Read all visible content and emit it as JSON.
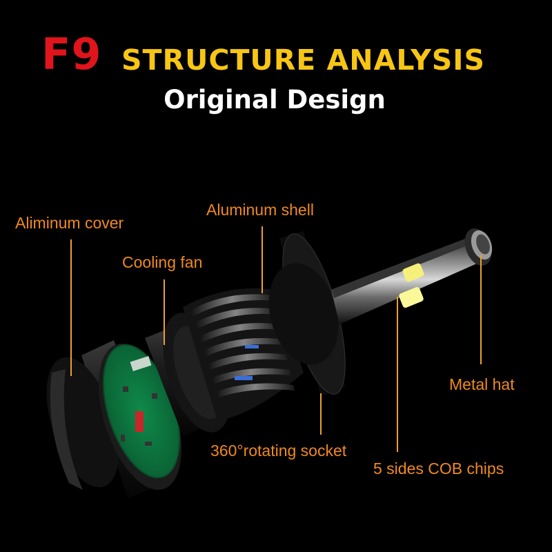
{
  "header": {
    "model": "F9",
    "headline": "STRUCTURE ANALYSIS",
    "subtitle": "Original Design"
  },
  "callouts": [
    "Aliminum cover",
    "Aluminum shell",
    "Cooling fan",
    "Metal hat",
    "360°rotating socket",
    "5 sides COB chips"
  ],
  "colors": {
    "background": "#000000",
    "model": "#e0141b",
    "headline": "#f7c515",
    "subtitle": "#ffffff",
    "callout_text": "#f08a1e",
    "leader_line": "#f0a030"
  }
}
